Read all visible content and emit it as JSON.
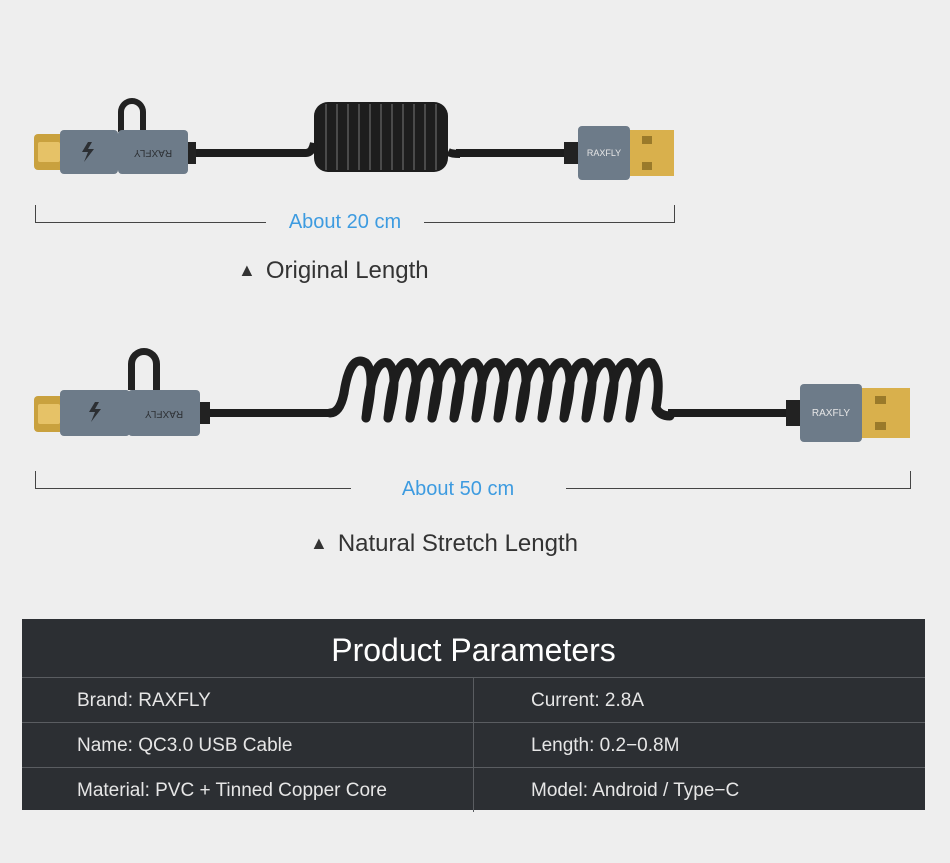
{
  "top": {
    "measure_label": "About 20 cm",
    "caption": "Original Length",
    "connector_brand": "RAXFLY"
  },
  "bottom": {
    "measure_label": "About 50 cm",
    "caption": "Natural Stretch Length",
    "connector_brand": "RAXFLY"
  },
  "caption_marker": "▲",
  "params": {
    "title": "Product Parameters",
    "rows": [
      {
        "left": "Brand: RAXFLY",
        "right": "Current: 2.8A"
      },
      {
        "left": "Name: QC3.0 USB Cable",
        "right": "Length: 0.2−0.8M"
      },
      {
        "left": "Material: PVC + Tinned Copper Core",
        "right": "Model: Android / Type−C"
      }
    ]
  },
  "colors": {
    "background": "#eeeeee",
    "accent": "#3d9be0",
    "table_bg": "#2c2f33",
    "connector_gray": "#6d7b89",
    "gold": "#d9b04c"
  }
}
